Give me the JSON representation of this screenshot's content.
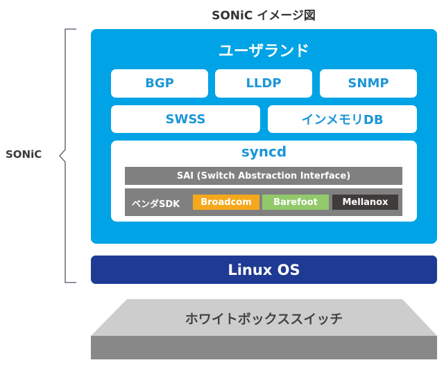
{
  "title": "SONiC イメージ図",
  "side_label": "SONiC",
  "userland": {
    "title": "ユーザランド",
    "row1": [
      "BGP",
      "LLDP",
      "SNMP"
    ],
    "row2": [
      "SWSS",
      "インメモリDB"
    ]
  },
  "syncd": {
    "title": "syncd",
    "sai": "SAI (Switch Abstraction Interface)",
    "vendor_label": "ベンダSDK",
    "vendors": [
      {
        "name": "Broadcom",
        "color": "#f5a81c"
      },
      {
        "name": "Barefoot",
        "color": "#92c96b"
      },
      {
        "name": "Mellanox",
        "color": "#3f3b3a"
      }
    ]
  },
  "linux": "Linux OS",
  "switch": "ホワイトボックススイッチ",
  "colors": {
    "userland_bg": "#00a3e6",
    "linux_bg": "#1f3a93",
    "box_text": "#1c95d8",
    "switch_top": "#cdcdcd",
    "switch_front": "#888888"
  }
}
